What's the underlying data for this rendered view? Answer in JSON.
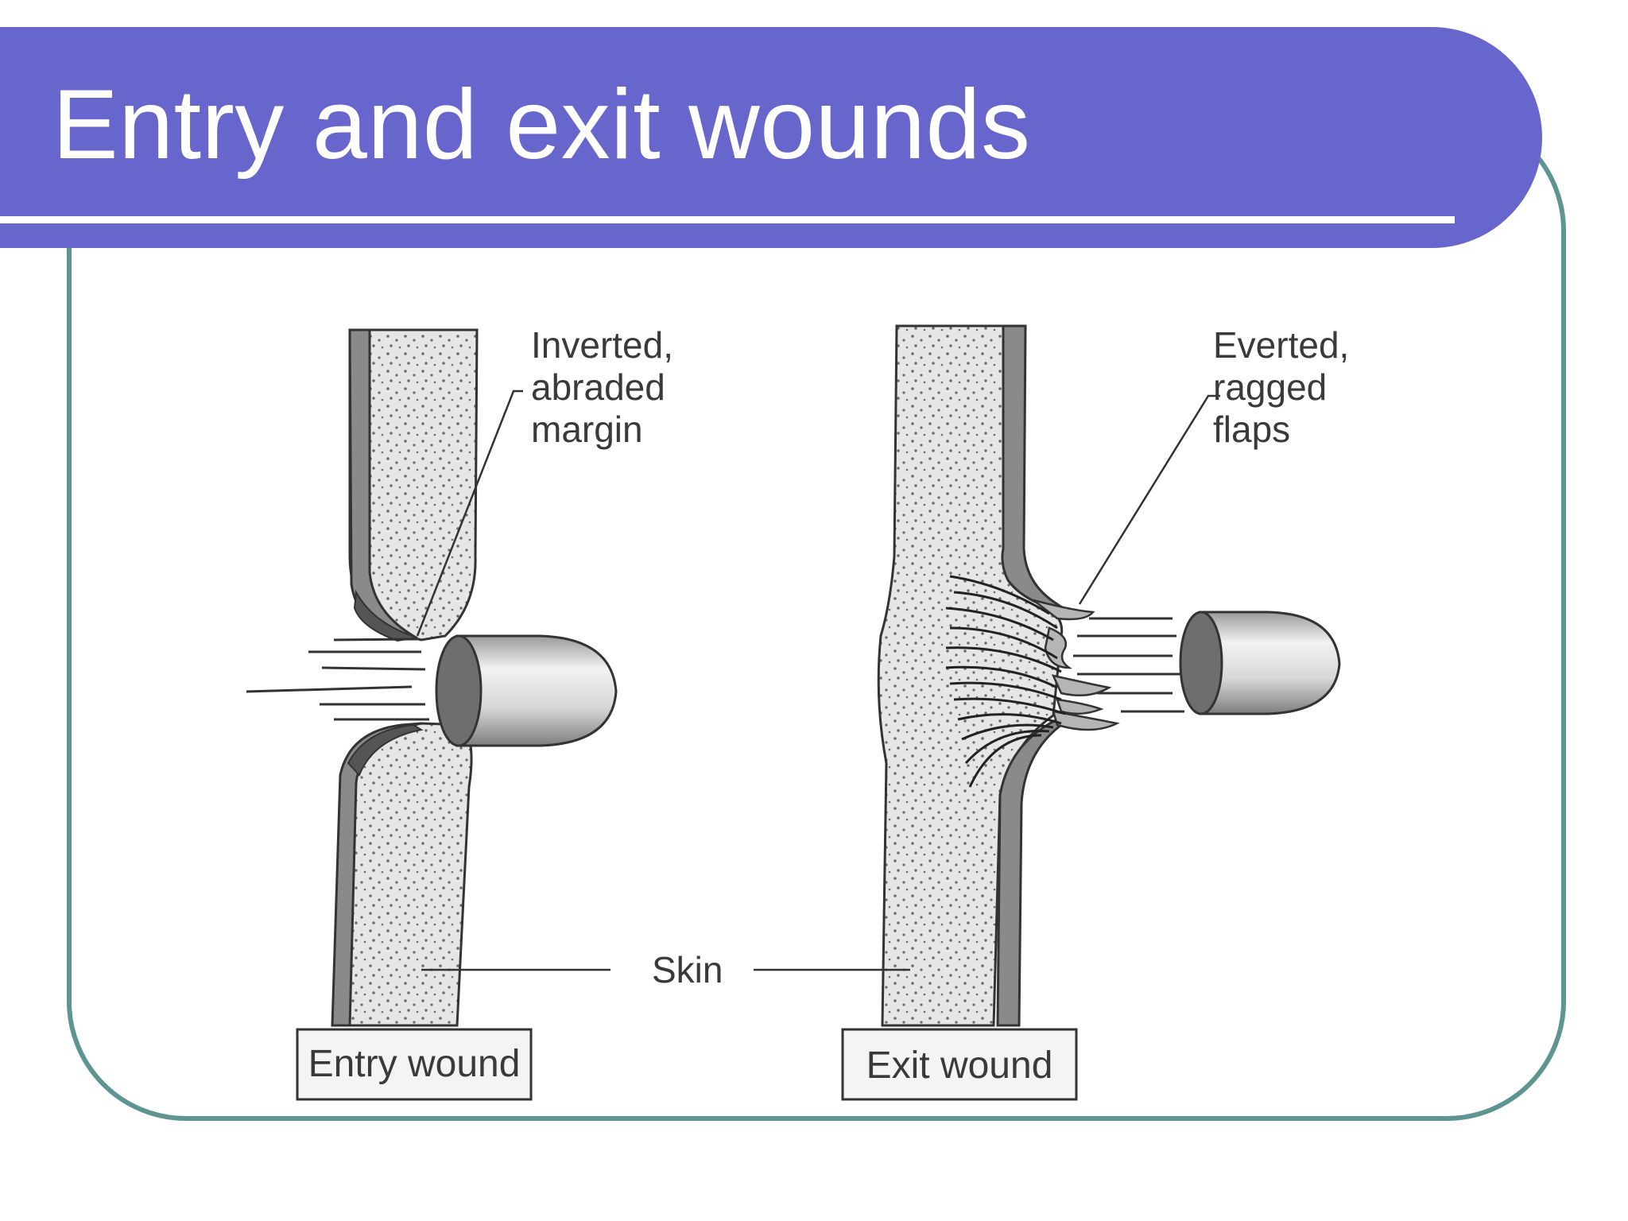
{
  "slide": {
    "title": "Entry and exit wounds"
  },
  "figure": {
    "entry_callout": [
      "Inverted,",
      "abraded",
      "margin"
    ],
    "exit_callout": [
      "Everted,",
      "ragged",
      "flaps"
    ],
    "skin_label": "Skin",
    "entry_box_label": "Entry wound",
    "exit_box_label": "Exit wound"
  },
  "colors": {
    "title_bar": "#6666cc",
    "frame_border": "#5e9593",
    "tissue_fill": "#e4e4e4",
    "skin_layer": "#8a8a8a"
  }
}
